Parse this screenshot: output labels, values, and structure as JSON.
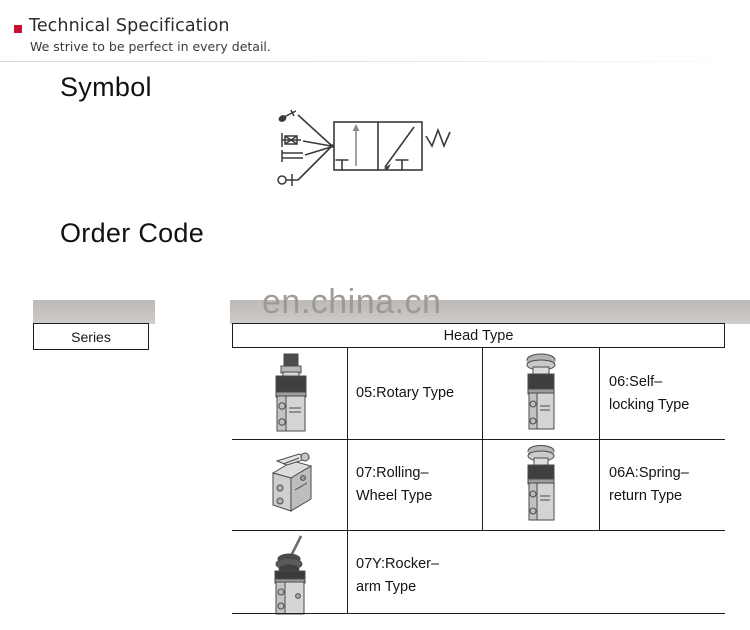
{
  "header": {
    "bullet_color": "#c8102e",
    "title": "Technical Specification",
    "subtitle": "We strive to be perfect in every detail."
  },
  "sections": {
    "symbol_heading": "Symbol",
    "order_code_heading": "Order Code"
  },
  "symbol_diagram": {
    "description": "Pneumatic 5/2 way valve ISO symbol with multi-actuator pilot group on the left and spring return on the right",
    "left_actuators": [
      "push-button-actuator-icon",
      "lever-actuator-icon",
      "pedal-actuator-icon",
      "roller-actuator-icon"
    ],
    "right_actuator": "spring-return-icon",
    "position_count": 2
  },
  "watermark": {
    "text": "en.china.cn",
    "bar_color": "#c3c0bd"
  },
  "series": {
    "label": "Series"
  },
  "head_type_table": {
    "header": "Head Type",
    "rows": [
      {
        "left": {
          "code": "05:Rotary Type",
          "lines": [
            "05:Rotary Type"
          ],
          "image": "rotary-type-valve-image"
        },
        "right": {
          "code": "06:Self-locking Type",
          "lines": [
            "06:Self–",
            "locking Type"
          ],
          "image": "self-locking-type-valve-image"
        }
      },
      {
        "left": {
          "code": "07:Rolling-Wheel Type",
          "lines": [
            "07:Rolling–",
            "Wheel Type"
          ],
          "image": "rolling-wheel-type-valve-image"
        },
        "right": {
          "code": "06A:Spring-return Type",
          "lines": [
            "06A:Spring–",
            "return Type"
          ],
          "image": "spring-return-type-valve-image"
        }
      },
      {
        "left": {
          "code": "07Y:Rocker-arm Type",
          "lines": [
            "07Y:Rocker–",
            "arm Type"
          ],
          "image": "rocker-arm-type-valve-image"
        },
        "right": {
          "code": "",
          "lines": [],
          "image": ""
        }
      }
    ]
  }
}
